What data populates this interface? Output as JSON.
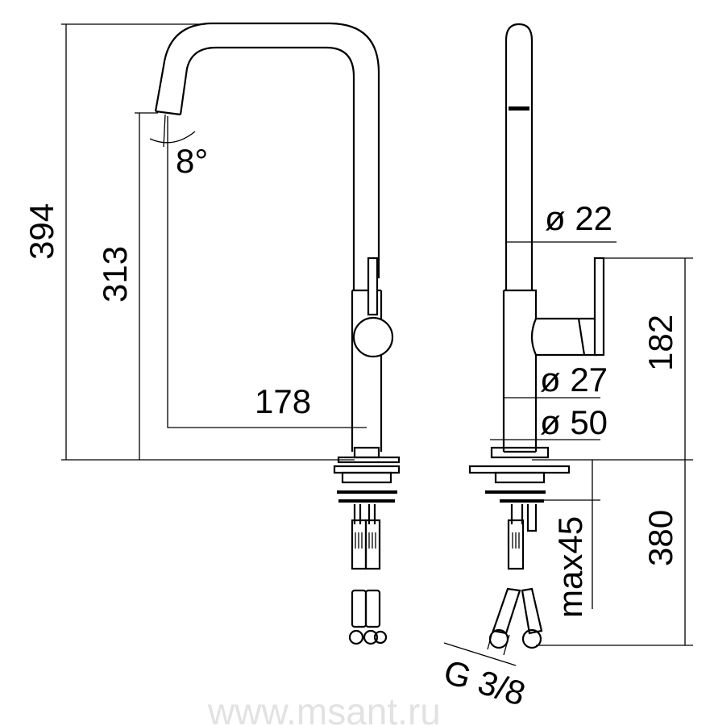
{
  "drawing": {
    "front_view": {
      "total_height": "394",
      "spout_height": "313",
      "spout_reach": "178",
      "spout_angle": "8°"
    },
    "side_view": {
      "spout_diameter": "ø 22",
      "body_diameter": "ø 27",
      "base_diameter": "ø 50",
      "lever_height": "182",
      "hose_length": "380",
      "max_deck_thickness": "max45",
      "connection_thread": "G 3/8"
    },
    "watermark": "www.msant.ru",
    "colors": {
      "line": "#000000",
      "watermark": "#e2e2e2"
    }
  }
}
